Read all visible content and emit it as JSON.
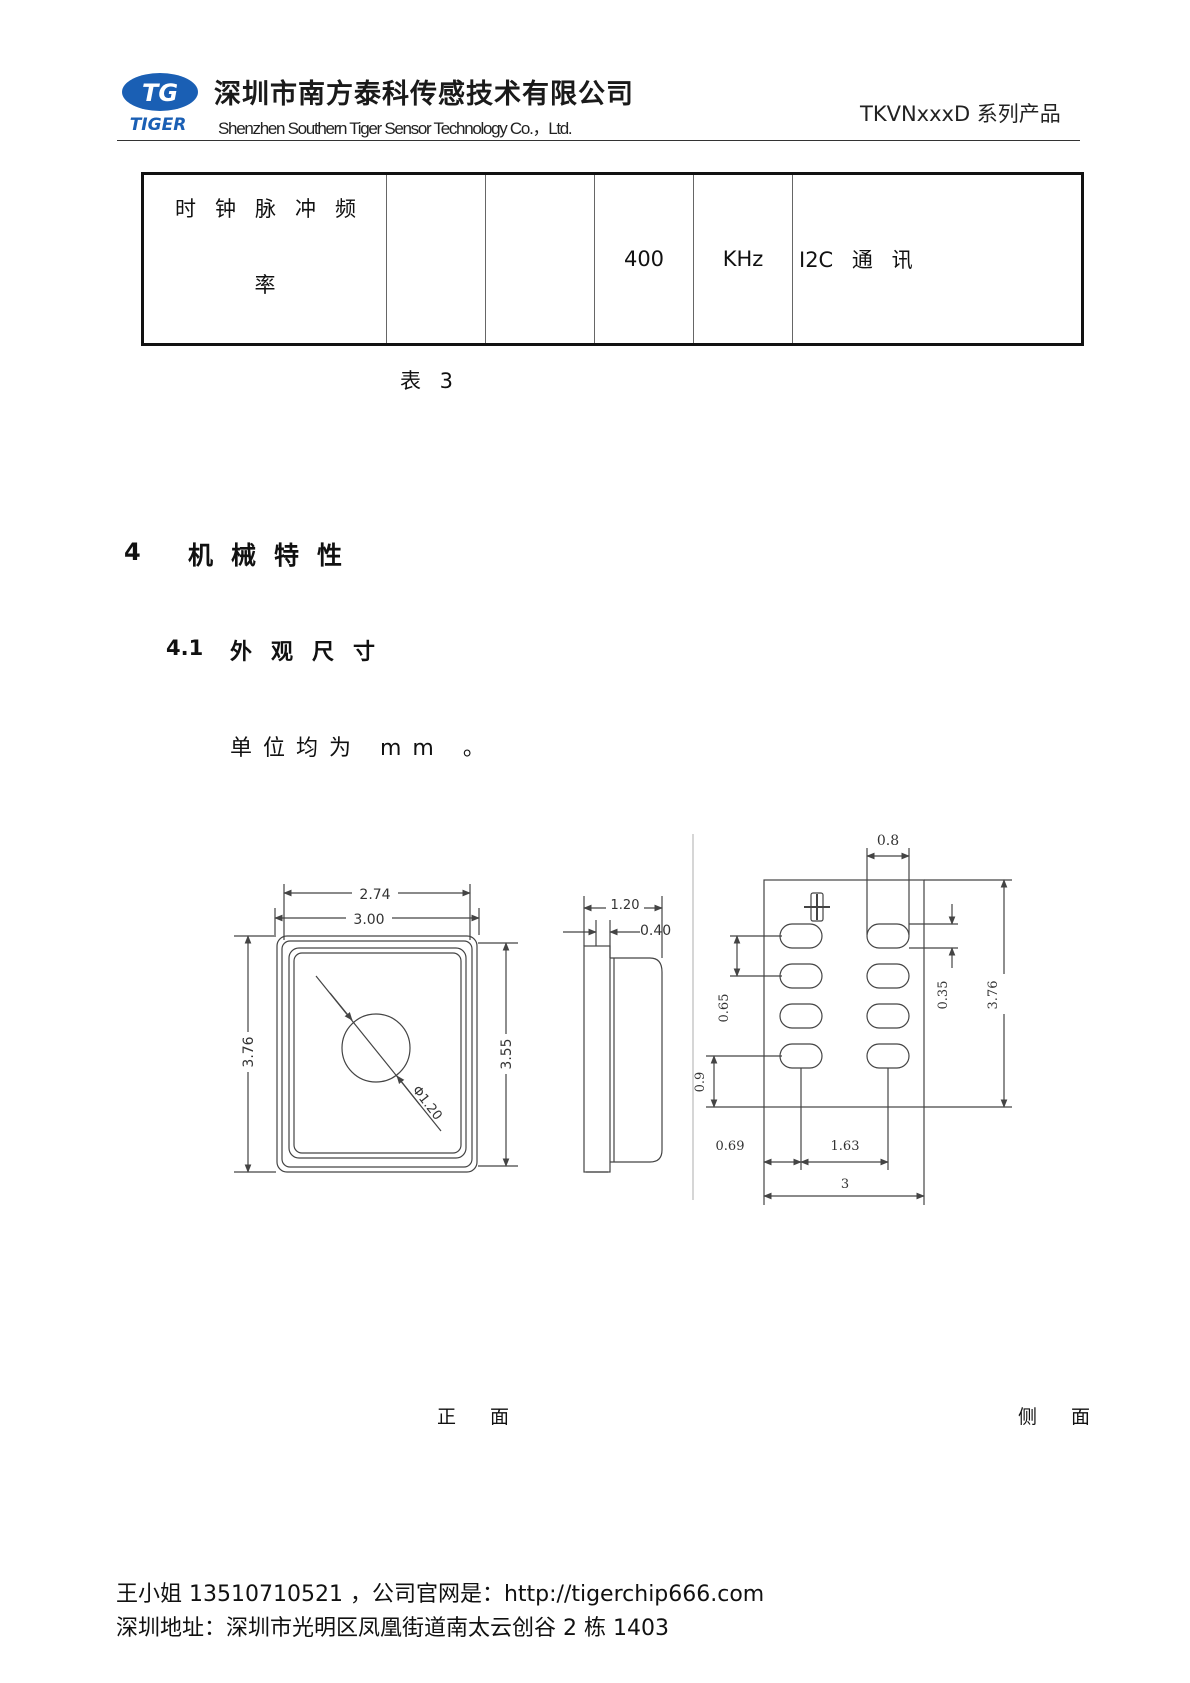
{
  "header": {
    "logo_text": "TIGER",
    "company_cn": "深圳市南方泰科传感技术有限公司",
    "company_en": "Shenzhen Southern Tiger Sensor Technology Co.，Ltd.",
    "product": "TKVNxxxD 系列产品"
  },
  "table": {
    "row": {
      "param_line1": "时钟脉冲频",
      "param_line2": "率",
      "min": "",
      "typ": "",
      "max": "400",
      "unit": "KHz",
      "note": "I2C 通 讯"
    },
    "caption": "表 3"
  },
  "section4": {
    "number": "4",
    "title": "机械特性"
  },
  "section41": {
    "number": "4.1",
    "title": "外观尺寸"
  },
  "unit_note": "单位均为 mm 。",
  "drawing": {
    "front": {
      "width_inner": "2.74",
      "width_outer": "3.00",
      "height_outer": "3.76",
      "height_inner": "3.55",
      "diameter": "Φ1.20"
    },
    "side": {
      "depth": "1.20",
      "step": "0.40"
    },
    "bottom": {
      "pad_width": "0.8",
      "pad_height": "0.35",
      "pitch": "0.65",
      "edge_bottom": "0.9",
      "height": "3.76",
      "edge_left": "0.69",
      "pad_spacing": "1.63",
      "width": "3"
    }
  },
  "view_labels": {
    "front": "正 面",
    "side": "侧 面"
  },
  "footer": {
    "contact": "王小姐 13510710521 ，公司官网是：http://tigerchip666.com",
    "address": "深圳地址：深圳市光明区凤凰街道南太云创谷 2 栋 1403"
  }
}
